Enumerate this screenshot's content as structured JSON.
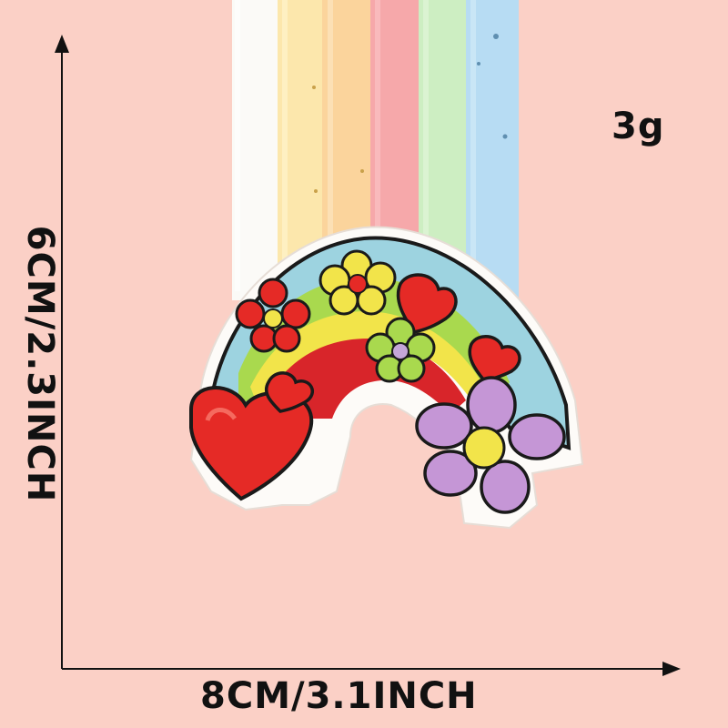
{
  "labels": {
    "weight": "3g",
    "width": "8CM/3.1INCH",
    "height": "6CM/2.3INCH"
  },
  "colors": {
    "background": "#fbd0c6",
    "text": "#111111",
    "rainbow": [
      "#9dd3e0",
      "#a9d94e",
      "#f2e44a",
      "#d8252a"
    ],
    "chalk": [
      "#fbfaf7",
      "#fce7ac",
      "#fbd49c",
      "#f6a8aa",
      "#cdeec2",
      "#b7dcf3"
    ]
  }
}
